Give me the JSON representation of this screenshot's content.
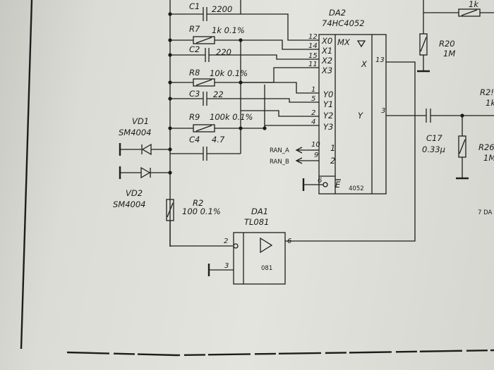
{
  "components": {
    "c1": {
      "ref": "C1",
      "value": "2200"
    },
    "r7": {
      "ref": "R7",
      "value": "1k 0.1%"
    },
    "c2": {
      "ref": "C2",
      "value": "220"
    },
    "r8": {
      "ref": "R8",
      "value": "10k 0.1%"
    },
    "c3": {
      "ref": "C3",
      "value": "22"
    },
    "r9": {
      "ref": "R9",
      "value": "100k 0.1%"
    },
    "c4": {
      "ref": "C4",
      "value": "4.7"
    },
    "vd1": {
      "ref": "VD1",
      "value": "SM4004"
    },
    "vd2": {
      "ref": "VD2",
      "value": "SM4004"
    },
    "r2": {
      "ref": "R2",
      "value": "100 0.1%"
    },
    "da1": {
      "ref": "DA1",
      "value": "TL081",
      "body": "081"
    },
    "da2": {
      "ref": "DA2",
      "value": "74HC4052",
      "body": "4052",
      "mx": "MX"
    },
    "r20": {
      "ref": "R20",
      "value": "1M"
    },
    "c17": {
      "ref": "C17",
      "value": "0.33μ"
    },
    "r_top": {
      "value": "1k"
    },
    "r25": {
      "ref": "R2!",
      "value": "1k"
    },
    "r26": {
      "ref": "R26",
      "value": "1M"
    }
  },
  "da2_pins": {
    "x0": {
      "num": "12",
      "name": "X0"
    },
    "x1": {
      "num": "14",
      "name": "X1"
    },
    "x2": {
      "num": "15",
      "name": "X2"
    },
    "x3": {
      "num": "11",
      "name": "X3"
    },
    "y0": {
      "num": "1",
      "name": "Y0"
    },
    "y1": {
      "num": "5",
      "name": "Y1"
    },
    "y2": {
      "num": "2",
      "name": "Y2"
    },
    "y3": {
      "num": "4",
      "name": "Y3"
    },
    "a": {
      "num": "10",
      "name": "1"
    },
    "b": {
      "num": "9",
      "name": "2"
    },
    "e": {
      "num": "6",
      "name": "E"
    },
    "x": {
      "num": "13",
      "name": "X"
    },
    "y": {
      "num": "3",
      "name": "Y"
    }
  },
  "da1_pins": {
    "in_neg": "2",
    "in_pos": "3",
    "out": "6"
  },
  "nets": {
    "ran_a": "RAN_A",
    "ran_b": "RAN_B"
  },
  "edge_text": "7 DA"
}
